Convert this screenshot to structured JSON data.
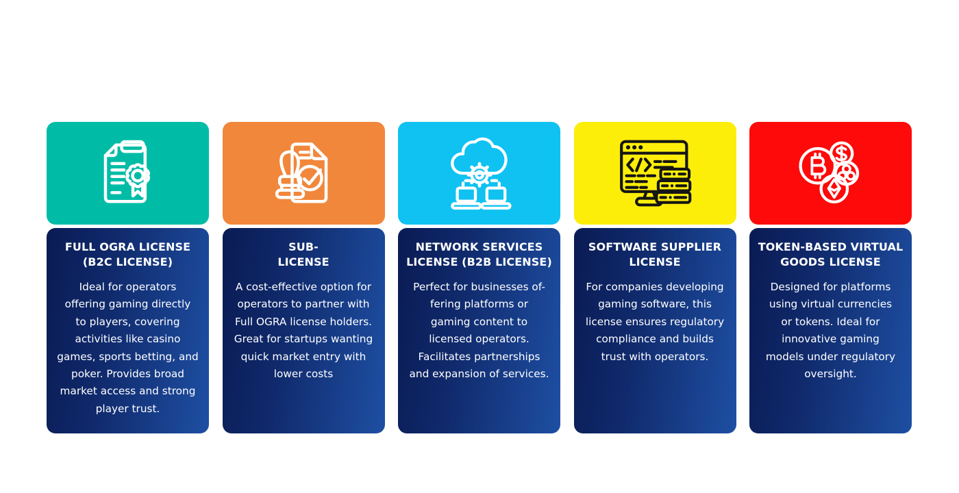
{
  "page": {
    "background": "#ffffff"
  },
  "card_style": {
    "body_gradient_from": "#0A1B54",
    "body_gradient_to": "#1E4FA3",
    "text_color": "#ffffff"
  },
  "cards": [
    {
      "id": "full-ogra-license",
      "icon": "certificate-ribbon-icon",
      "header_color": "#00BCA6",
      "icon_color": "#ffffff",
      "title": "FULL OGRA LICENSE\n(B2C LICENSE)",
      "body": "Ideal for operators\noffering gaming directly\nto players, covering\nactivities like casino\ngames, sports betting, and\npoker. Provides broad\nmarket access and strong\nplayer trust."
    },
    {
      "id": "sub-license",
      "icon": "stamp-approval-icon",
      "header_color": "#F1873B",
      "icon_color": "#ffffff",
      "title": "SUB-\nLICENSE",
      "body": "A cost-effective option for\noperators to partner with\nFull OGRA license holders.\nGreat for startups wanting\nquick market entry with\nlower costs"
    },
    {
      "id": "network-services-license",
      "icon": "cloud-network-icon",
      "header_color": "#0FC2F1",
      "icon_color": "#ffffff",
      "title": "NETWORK SERVICES\nLICENSE (B2B LICENSE)",
      "body": "Perfect for businesses of-\nfering platforms or\ngaming content to\nlicensed operators.\nFacilitates partnerships\nand expansion of services."
    },
    {
      "id": "software-supplier-license",
      "icon": "code-window-icon",
      "header_color": "#FCEE09",
      "icon_color": "#151515",
      "title": "SOFTWARE SUPPLIER\nLICENSE",
      "body": "For companies developing\ngaming software, this\nlicense ensures regulatory\ncompliance and builds\ntrust with operators."
    },
    {
      "id": "token-based-virtual-goods-license",
      "icon": "crypto-coins-icon",
      "header_color": "#FE0A0A",
      "icon_color": "#ffffff",
      "title": "TOKEN-BASED VIRTUAL\nGOODS LICENSE",
      "body": "Designed for platforms\nusing virtual currencies\nor tokens. Ideal for\ninnovative gaming\nmodels under regulatory\noversight."
    }
  ]
}
